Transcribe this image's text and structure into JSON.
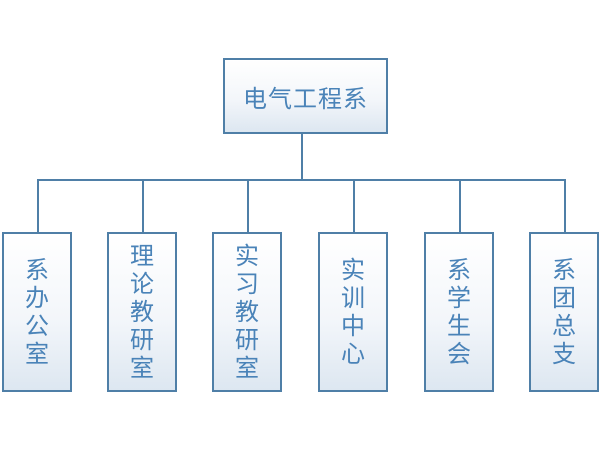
{
  "org": {
    "root": "电气工程系",
    "children": [
      "系办公室",
      "理论教研室",
      "实习教研室",
      "实训中心",
      "系学生会",
      "系团总支"
    ]
  },
  "colors": {
    "border": "#4f7fa7",
    "text": "#4a83b8"
  }
}
